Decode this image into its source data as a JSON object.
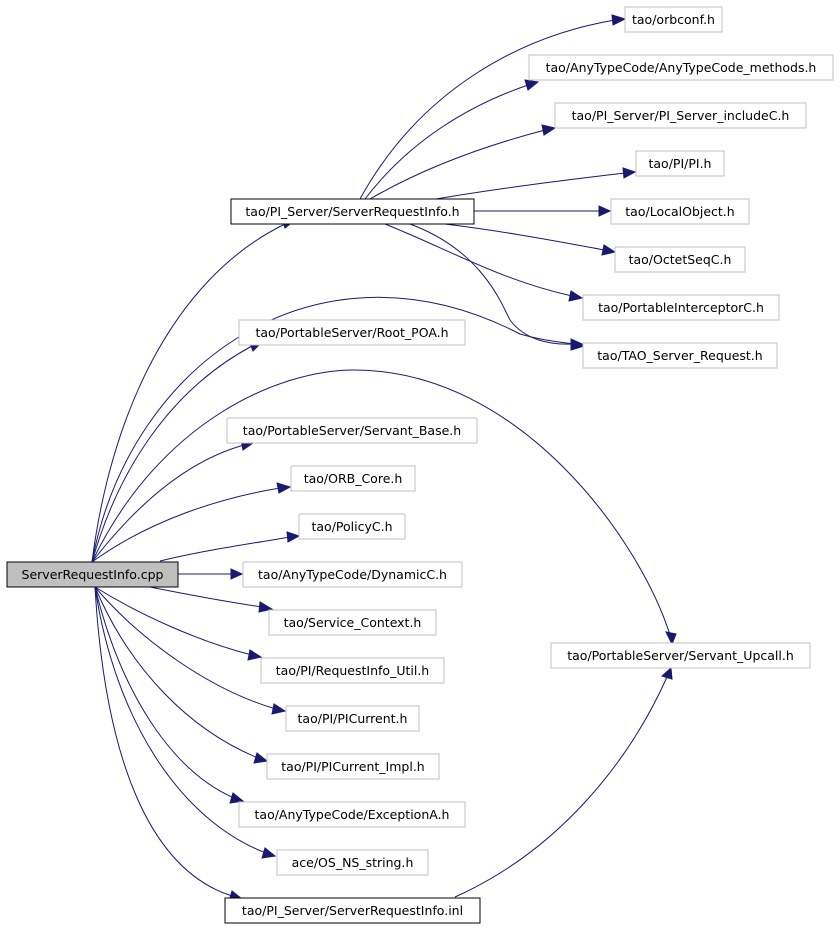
{
  "graph": {
    "nodes": {
      "root": "ServerRequestInfo.cpp",
      "sri_h": "tao/PI_Server/ServerRequestInfo.h",
      "orbconf": "tao/orbconf.h",
      "anytype_methods": "tao/AnyTypeCode/AnyTypeCode_methods.h",
      "pi_server_include": "tao/PI_Server/PI_Server_includeC.h",
      "pi_h": "tao/PI/PI.h",
      "localobject": "tao/LocalObject.h",
      "octetseq": "tao/OctetSeqC.h",
      "portableinterceptor": "tao/PortableInterceptorC.h",
      "tao_server_request": "tao/TAO_Server_Request.h",
      "root_poa": "tao/PortableServer/Root_POA.h",
      "servant_base": "tao/PortableServer/Servant_Base.h",
      "orb_core": "tao/ORB_Core.h",
      "policyc": "tao/PolicyC.h",
      "dynamicc": "tao/AnyTypeCode/DynamicC.h",
      "service_context": "tao/Service_Context.h",
      "requestinfo_util": "tao/PI/RequestInfo_Util.h",
      "picurrent": "tao/PI/PICurrent.h",
      "picurrent_impl": "tao/PI/PICurrent_Impl.h",
      "exceptiona": "tao/AnyTypeCode/ExceptionA.h",
      "os_ns_string": "ace/OS_NS_string.h",
      "sri_inl": "tao/PI_Server/ServerRequestInfo.inl",
      "servant_upcall": "tao/PortableServer/Servant_Upcall.h"
    }
  }
}
